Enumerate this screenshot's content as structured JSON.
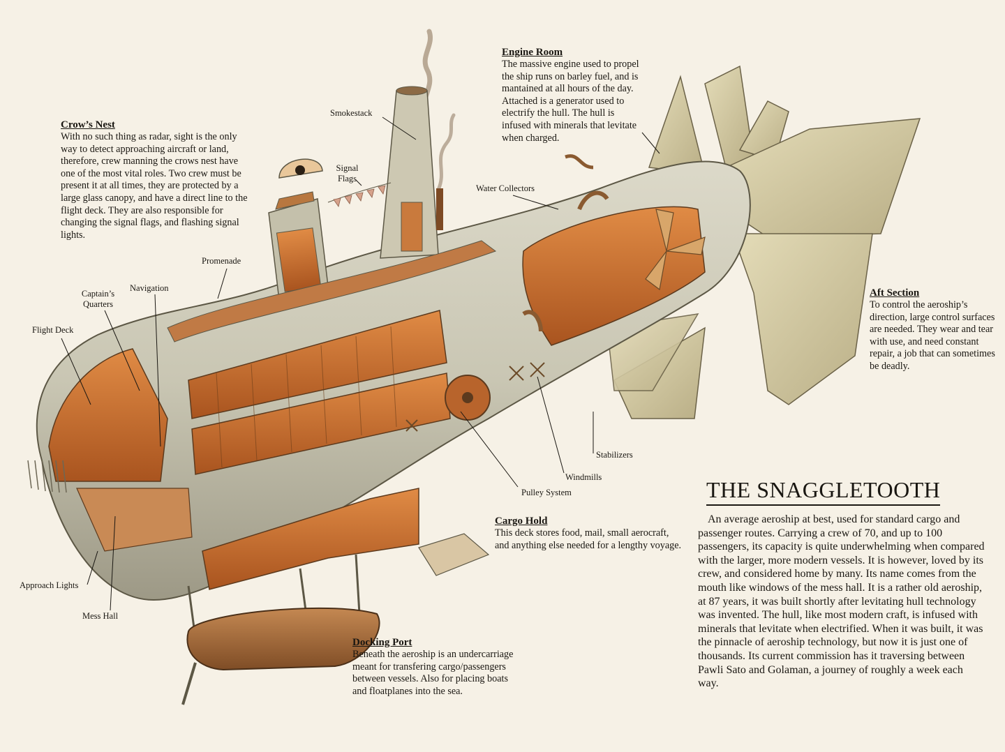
{
  "title": "THE SNAGGLETOOTH",
  "description": "An average aeroship at best, used for standard cargo and passenger routes. Carrying a crew of 70, and up to 100 passengers, its capacity is quite underwhelming when compared with the larger, more modern vessels. It is however, loved by its crew, and considered home by many. Its name comes from the mouth like windows of the mess hall. It is a rather old aeroship, at 87 years, it was built shortly after levitating hull technology was invented. The hull, like most modern craft, is infused with minerals that levitate when electrified. When it was built, it was the pinnacle of aeroship technology, but now it is just one of thousands. Its current commission has it traversing between Pawli Sato and Golaman, a journey of roughly a week each way.",
  "callouts": {
    "crows_nest": {
      "heading": "Crow’s Nest",
      "text": "With no such thing as radar, sight is the only way to detect approaching aircraft or land, therefore, crew manning the crows nest have one of the most vital roles. Two crew must be present it at all times, they are protected by a large glass canopy, and have a direct line to the flight deck. They are also responsible for changing the signal flags, and flashing signal lights."
    },
    "engine_room": {
      "heading": "Engine Room",
      "text": "The massive engine used to propel the ship runs on barley fuel, and is mantained at all hours of the day. Attached is a generator used to electrify the hull. The hull is infused with minerals that levitate when charged."
    },
    "aft_section": {
      "heading": "Aft Section",
      "text": "To control the aeroship’s direction, large control surfaces are needed. They wear and tear with use, and need constant repair, a job that can sometimes be deadly."
    },
    "cargo_hold": {
      "heading": "Cargo Hold",
      "text": "This deck stores food, mail, small aerocraft, and anything else needed for a lengthy voyage."
    },
    "docking_port": {
      "heading": "Docking Port",
      "text": "Beneath the aeroship is an undercarriage meant for transfering cargo/passengers between vessels. Also for placing boats and floatplanes into the sea."
    }
  },
  "labels": {
    "smokestack": "Smokestack",
    "signal_flags_1": "Signal",
    "signal_flags_2": "Flags",
    "water_collectors": "Water Collectors",
    "promenade": "Promenade",
    "navigation": "Navigation",
    "captains_quarters_1": "Captain’s",
    "captains_quarters_2": "Quarters",
    "flight_deck": "Flight Deck",
    "stabilizers": "Stabilizers",
    "windmills": "Windmills",
    "pulley_system": "Pulley System",
    "approach_lights": "Approach Lights",
    "mess_hall": "Mess Hall"
  },
  "colors": {
    "paper": "#f6f1e6",
    "hull": "#cdcab8",
    "hull_shadow": "#a9a592",
    "interior": "#d07a3c",
    "interior_dark": "#9a4a1c",
    "fin": "#d8cfa8",
    "ink": "#1a1712"
  }
}
